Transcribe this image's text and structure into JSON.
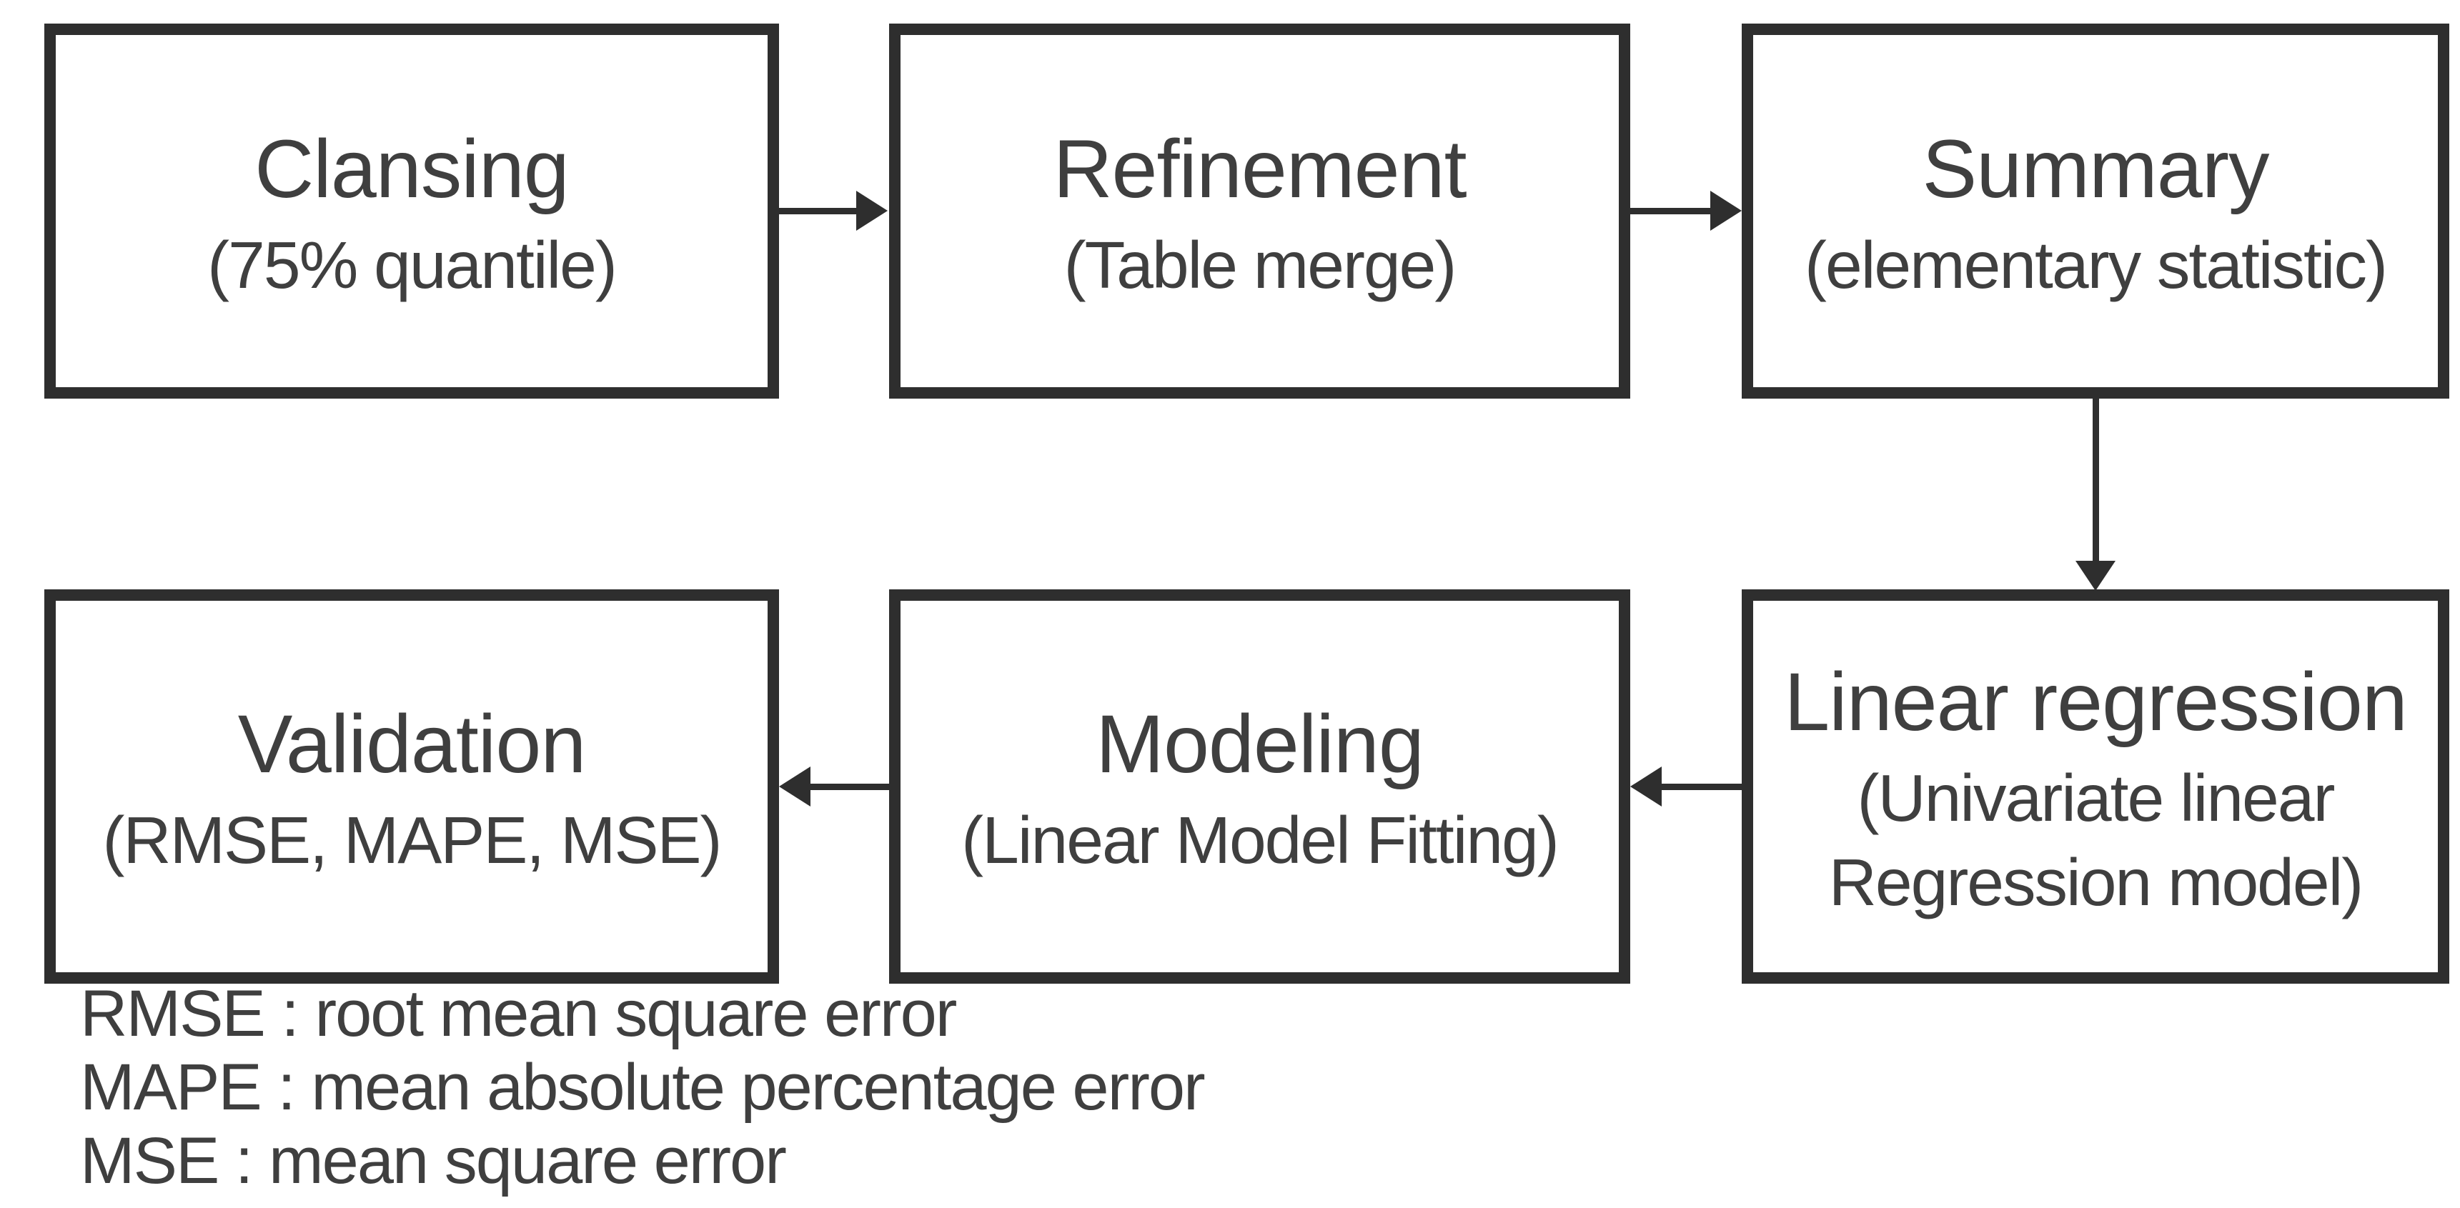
{
  "diagram": {
    "colors": {
      "box_border": "#2e2e2e",
      "text": "#3f3f3f",
      "background": "#ffffff"
    },
    "boxes": {
      "cleansing": {
        "title": "Clansing",
        "subtitle": "(75% quantile)"
      },
      "refinement": {
        "title": "Refinement",
        "subtitle": "(Table merge)"
      },
      "summary": {
        "title": "Summary",
        "subtitle": "(elementary statistic)"
      },
      "linear_regression": {
        "title": "Linear regression",
        "subtitle_line1": "(Univariate linear",
        "subtitle_line2": "Regression model)"
      },
      "modeling": {
        "title": "Modeling",
        "subtitle": "(Linear Model Fitting)"
      },
      "validation": {
        "title": "Validation",
        "subtitle": "(RMSE, MAPE, MSE)"
      }
    },
    "footnotes": [
      "RMSE : root mean square error",
      "MAPE : mean absolute percentage error",
      "MSE : mean square error"
    ]
  }
}
